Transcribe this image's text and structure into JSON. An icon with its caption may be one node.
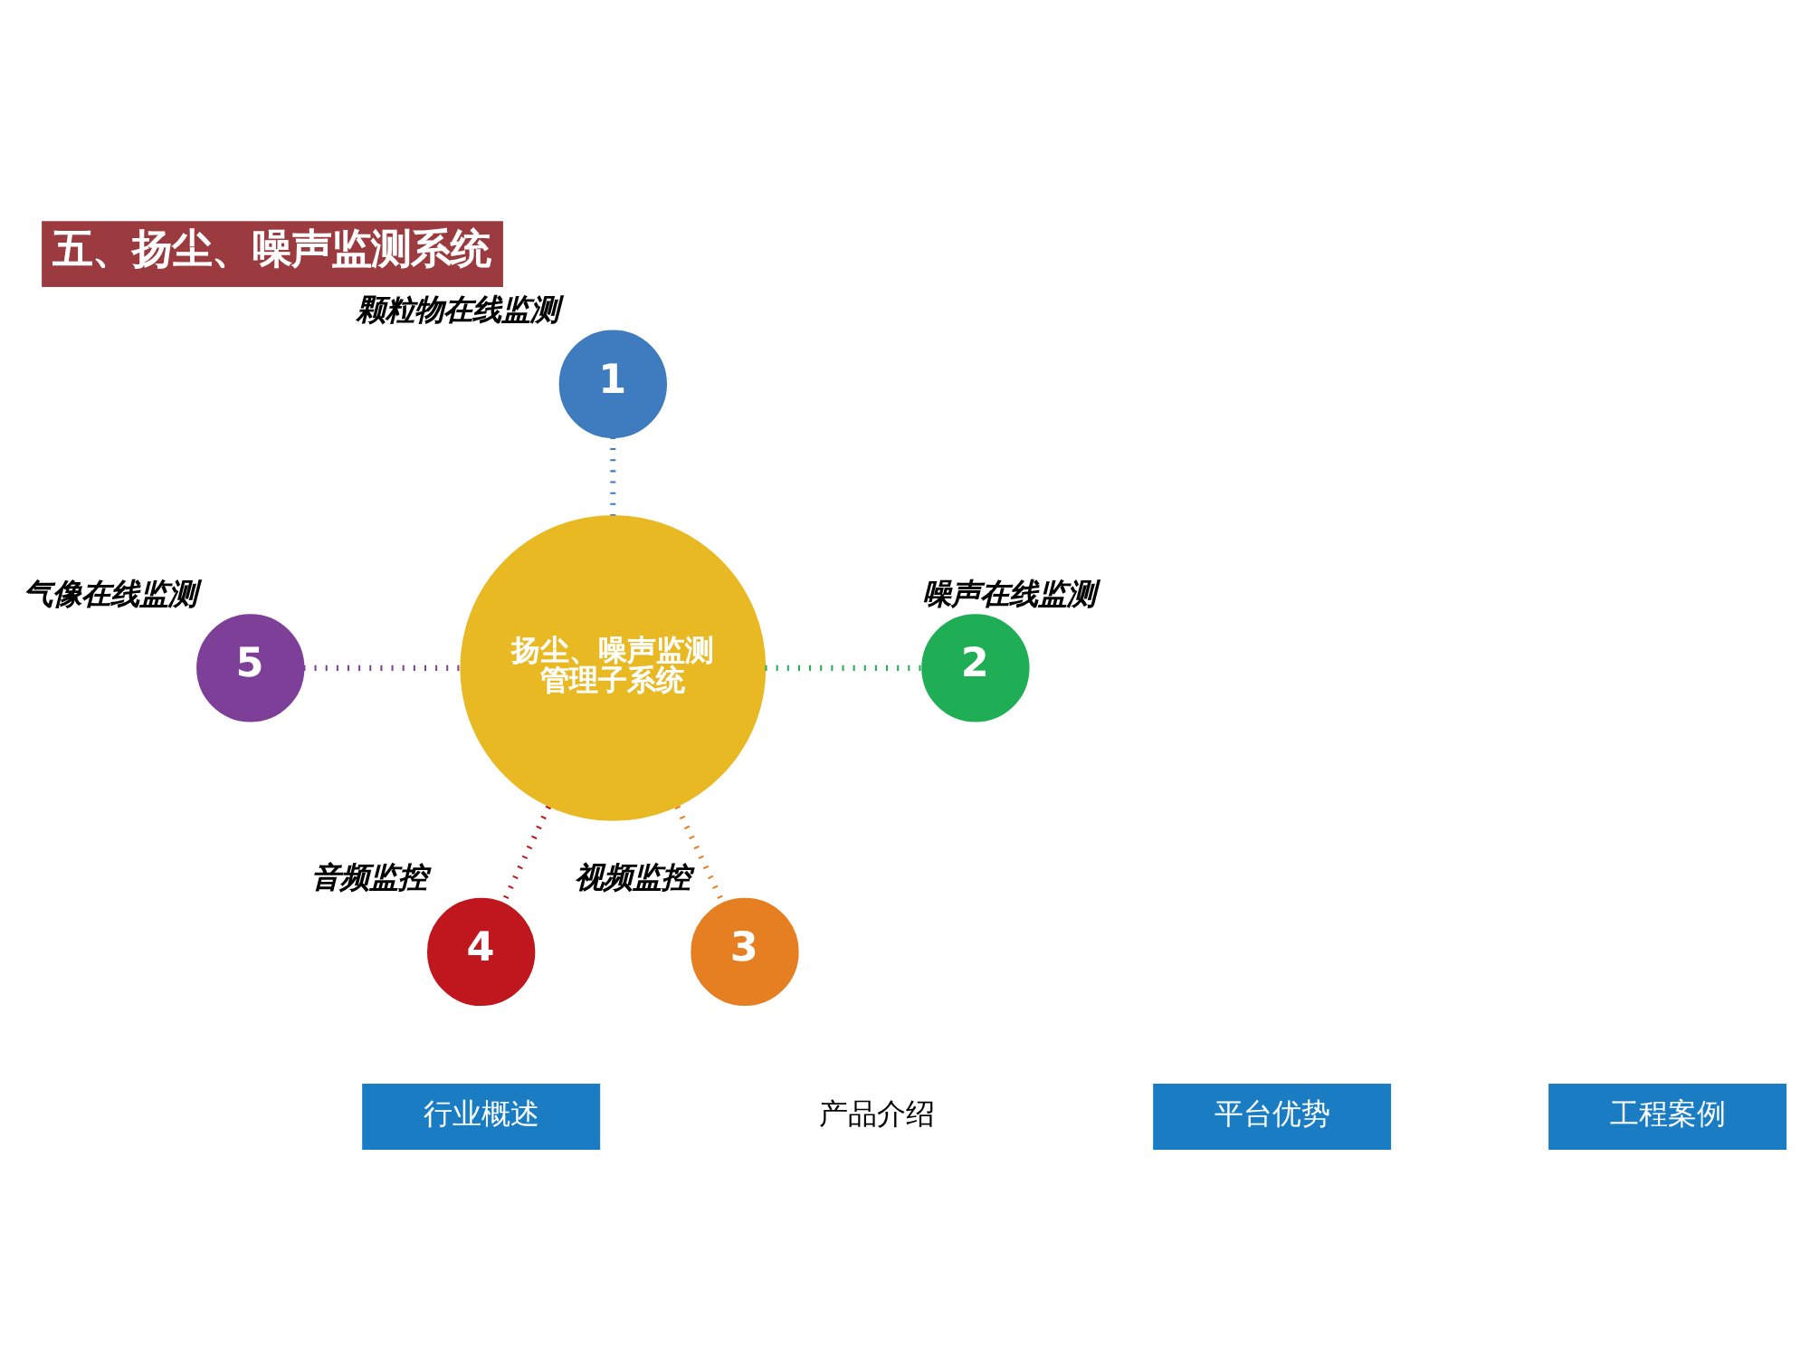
{
  "diagram": {
    "title": "五、扬尘、噪声监测系统",
    "nodes": [
      {
        "text": [
          "扬尘、噪声监测管理子系统"
        ]
      },
      {
        "text": [
          "1"
        ],
        "beside": [
          "颗粒物在线监测"
        ]
      },
      {
        "text": [
          "2"
        ],
        "beside": [
          "噪声在线监测"
        ]
      },
      {
        "text": [
          "3"
        ],
        "beside": [
          "视频监控"
        ]
      },
      {
        "text": [
          "4"
        ],
        "beside": [
          "音频监控"
        ]
      },
      {
        "text": [
          "5"
        ],
        "beside": [
          "气像在线监测"
        ]
      }
    ],
    "edges": [
      {
        "from": 1,
        "to": 0,
        "arrow": "none",
        "style": "dashed",
        "color": "#3f7bbf"
      },
      {
        "from": 0,
        "to": 2,
        "arrow": "none",
        "style": "dashed",
        "color": "#1fae55"
      },
      {
        "from": 0,
        "to": 3,
        "arrow": "none",
        "style": "dashed",
        "color": "#e67e22"
      },
      {
        "from": 0,
        "to": 4,
        "arrow": "none",
        "style": "dashed",
        "color": "#c0161d"
      },
      {
        "from": 5,
        "to": 0,
        "arrow": "none",
        "style": "dashed",
        "color": "#7e3f98"
      }
    ],
    "labels": [
      "行业概述",
      "产品介绍",
      "平台优势",
      "工程案例"
    ]
  }
}
